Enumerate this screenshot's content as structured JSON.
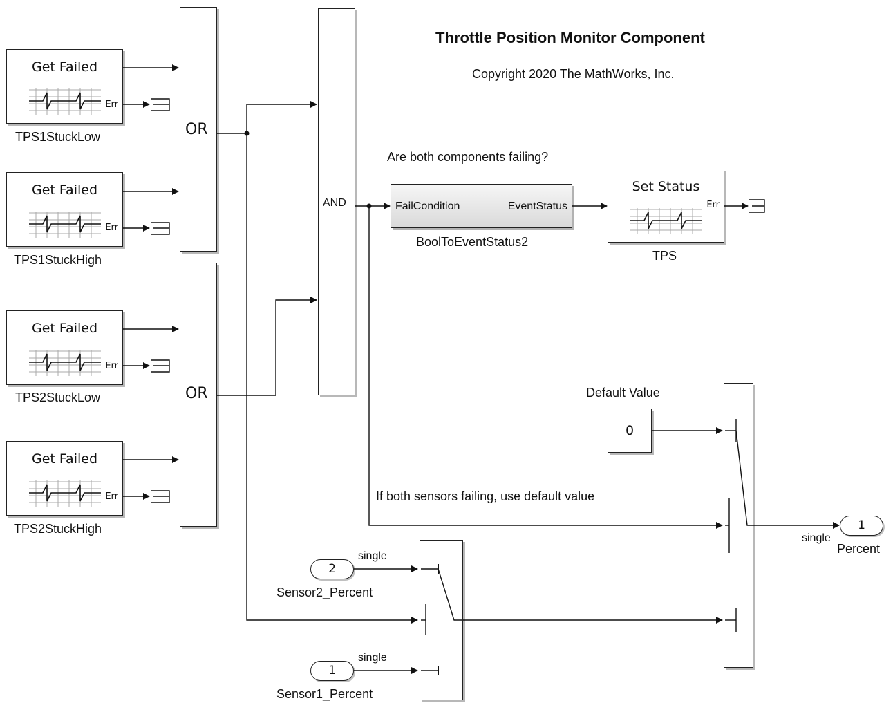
{
  "title": "Throttle Position Monitor Component",
  "copyright": "Copyright 2020 The MathWorks, Inc.",
  "get_failed_blocks": [
    {
      "title": "Get Failed",
      "port": "Err",
      "name": "TPS1StuckLow"
    },
    {
      "title": "Get Failed",
      "port": "Err",
      "name": "TPS1StuckHigh"
    },
    {
      "title": "Get Failed",
      "port": "Err",
      "name": "TPS2StuckLow"
    },
    {
      "title": "Get Failed",
      "port": "Err",
      "name": "TPS2StuckHigh"
    }
  ],
  "or_gates": [
    {
      "label": "OR"
    },
    {
      "label": "OR"
    }
  ],
  "and_gate": {
    "label": "AND"
  },
  "annotation_both_components": "Are both components failing?",
  "bool_to_event": {
    "in_port": "FailCondition",
    "out_port": "EventStatus",
    "name": "BoolToEventStatus2"
  },
  "set_status": {
    "title": "Set Status",
    "port": "Err",
    "name": "TPS"
  },
  "default_value": {
    "label": "Default Value",
    "value": "0"
  },
  "annotation_default": "If both sensors failing, use default value",
  "inport_sensor2": {
    "number": "2",
    "name": "Sensor2_Percent",
    "type": "single"
  },
  "inport_sensor1": {
    "number": "1",
    "name": "Sensor1_Percent",
    "type": "single"
  },
  "outport_percent": {
    "number": "1",
    "name": "Percent",
    "type": "single"
  }
}
